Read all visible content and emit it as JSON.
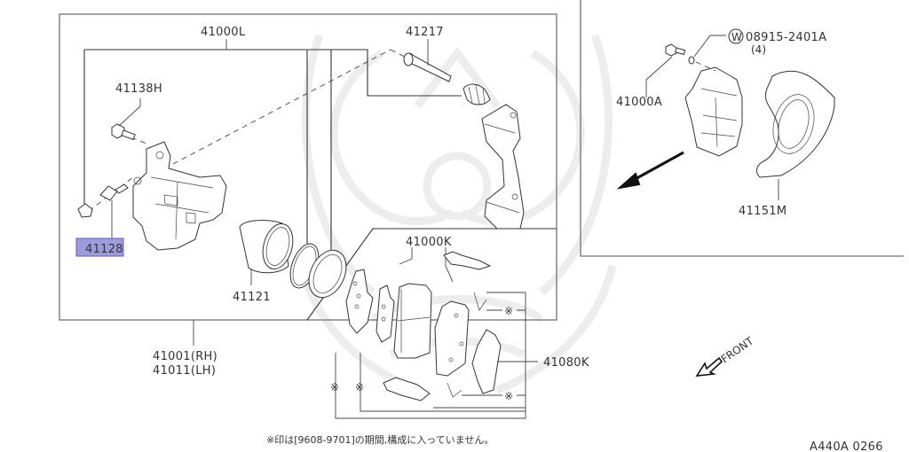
{
  "diagram": {
    "callouts": {
      "caliper_assy_l": "41000L",
      "pin_slide": "41217",
      "bolt_h": "41138H",
      "bleeder": "41128",
      "piston": "41121",
      "caliper_rh": "41001(RH)",
      "caliper_lh": "41011(LH)",
      "pad_kit": "41000K",
      "shim_kit": "41080K",
      "caliper_assy_a": "41000A",
      "washer_code": "W",
      "washer": "08915-2401A",
      "washer_qty": "(4)",
      "baffle": "41151M"
    },
    "highlighted_part": "41128",
    "marker_symbol": "※",
    "front_label": "FRONT",
    "footnote": "※印は[9608-9701]の期間,構成に入っていません。",
    "figure_id": "A440A 0266",
    "colors": {
      "highlight_fill": "#9c9cda",
      "highlight_border": "#5e5ebe",
      "frame": "#8a8a8a",
      "line": "#333333",
      "watermark": "#ededed"
    }
  }
}
